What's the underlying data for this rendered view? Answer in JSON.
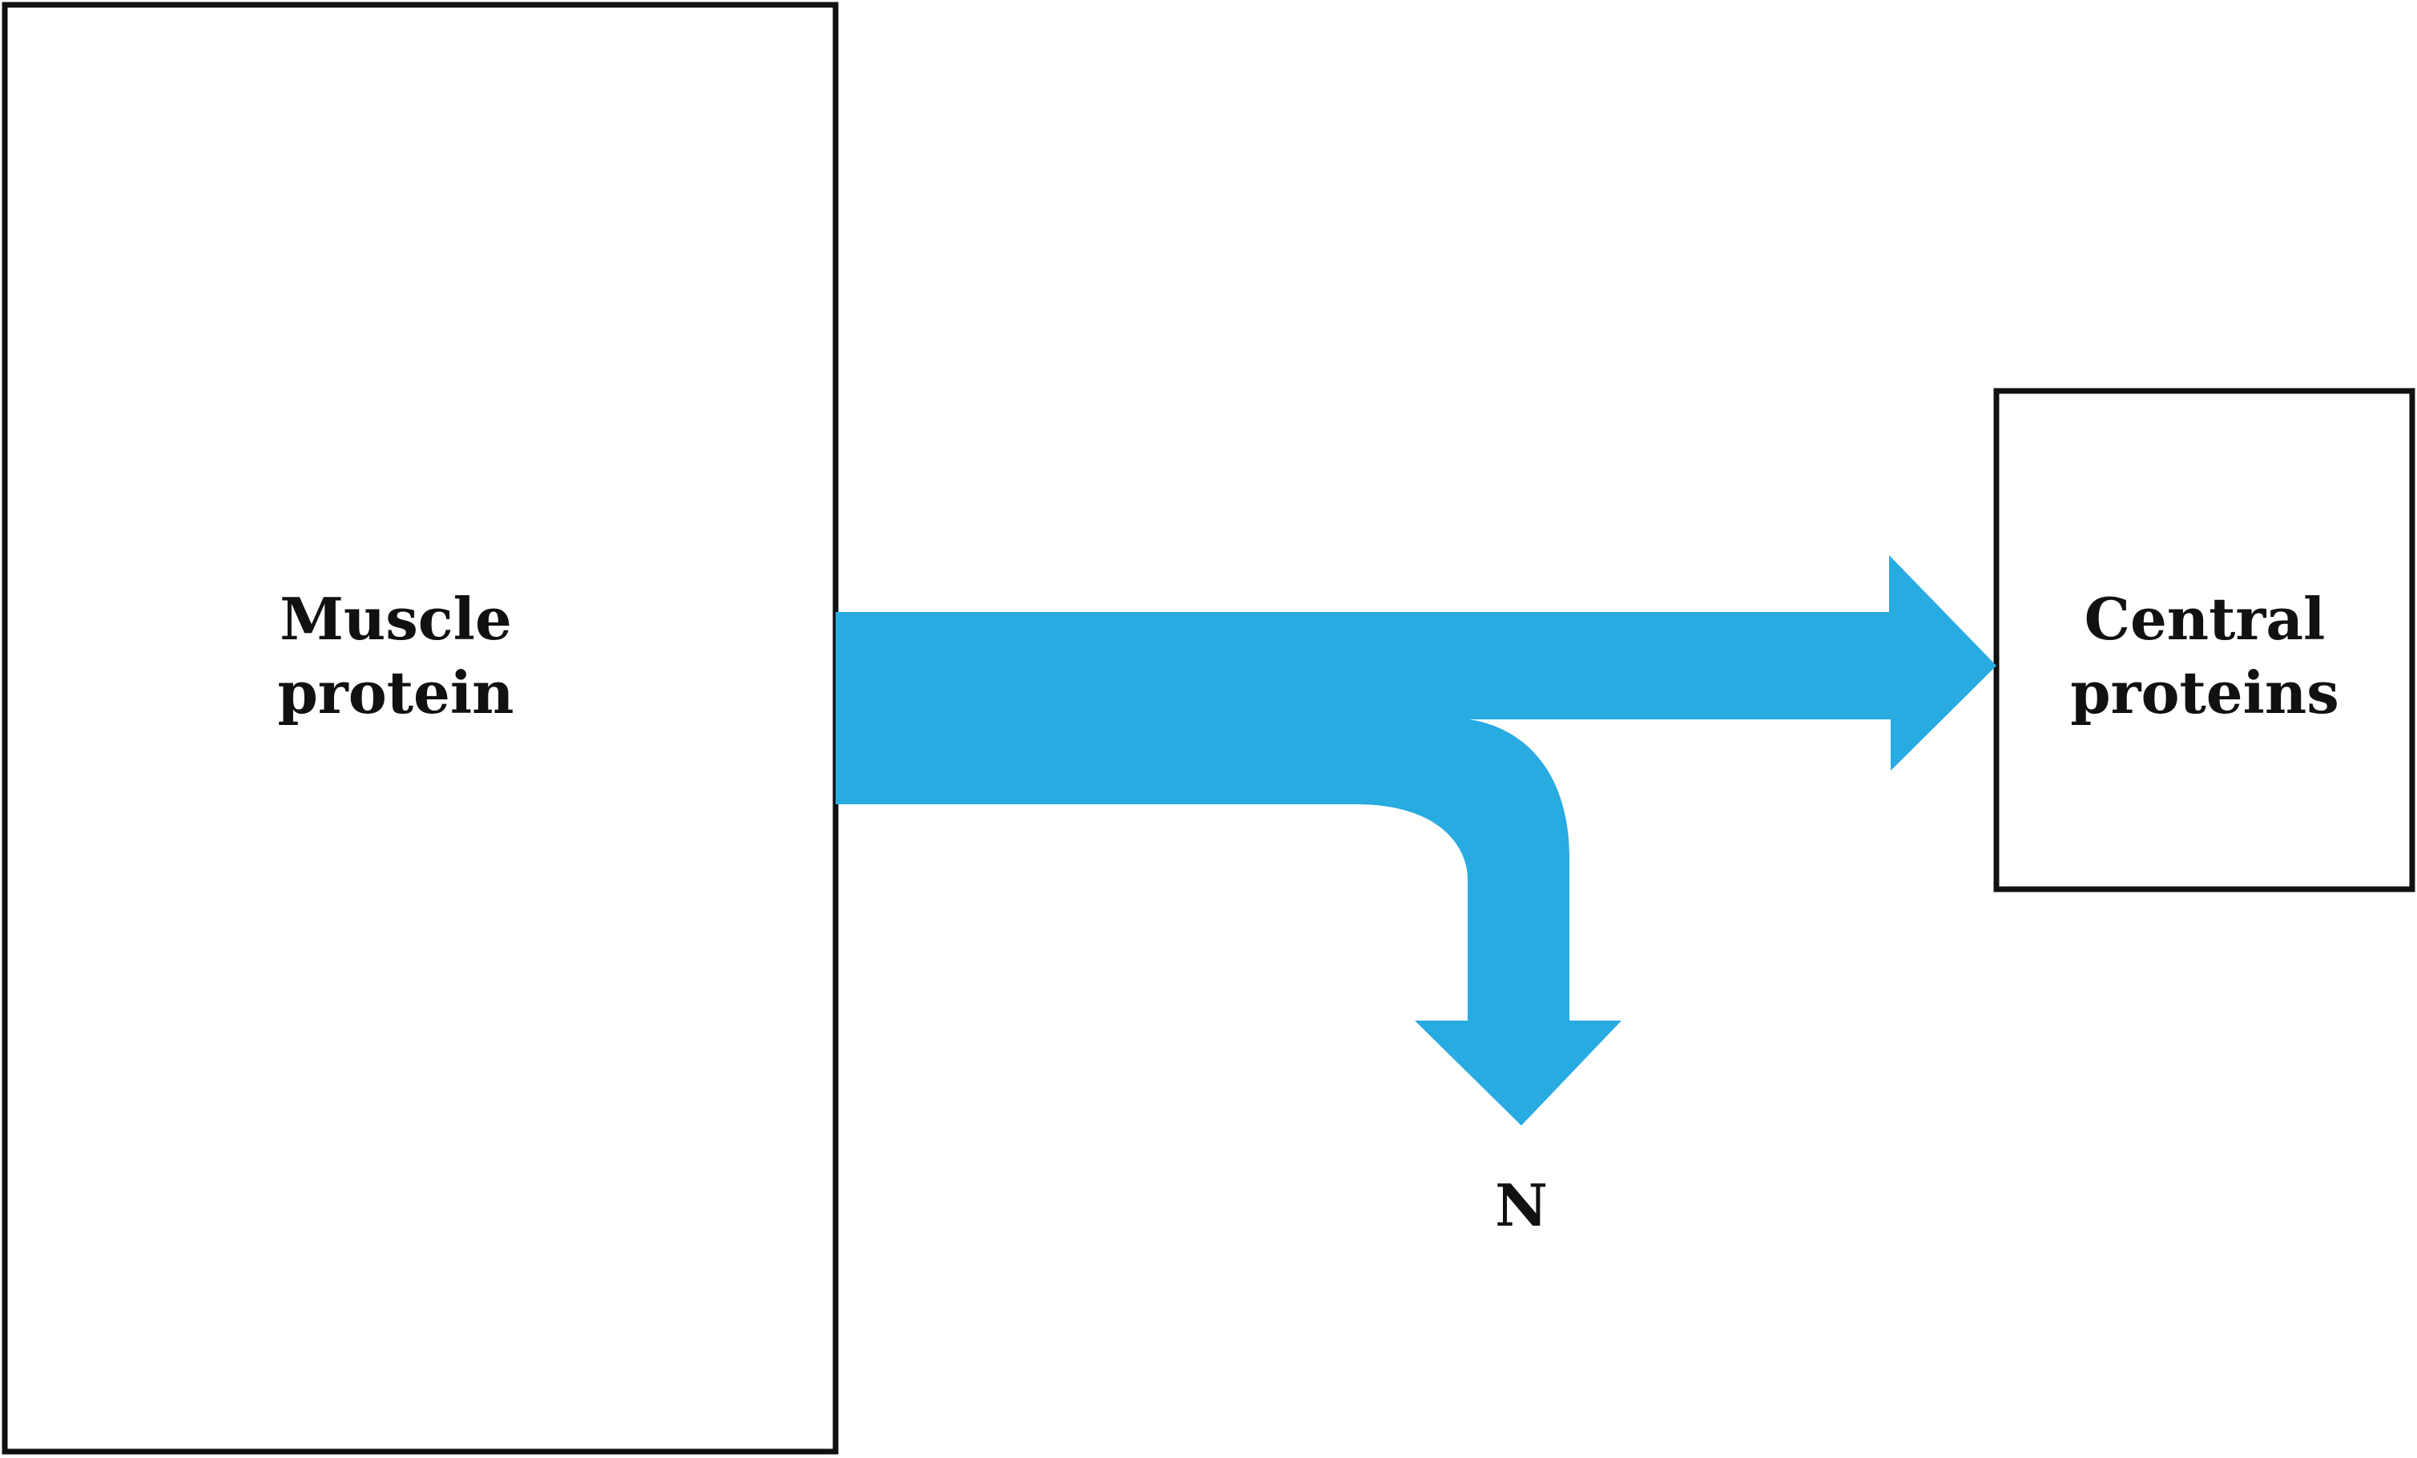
{
  "nodes": {
    "muscle": {
      "line1": "Muscle",
      "line2": "protein"
    },
    "central": {
      "line1": "Central",
      "line2": "proteins"
    },
    "nitrogen": {
      "label": "N"
    }
  },
  "colors": {
    "arrow": "#27ABE1",
    "border": "#111111"
  }
}
